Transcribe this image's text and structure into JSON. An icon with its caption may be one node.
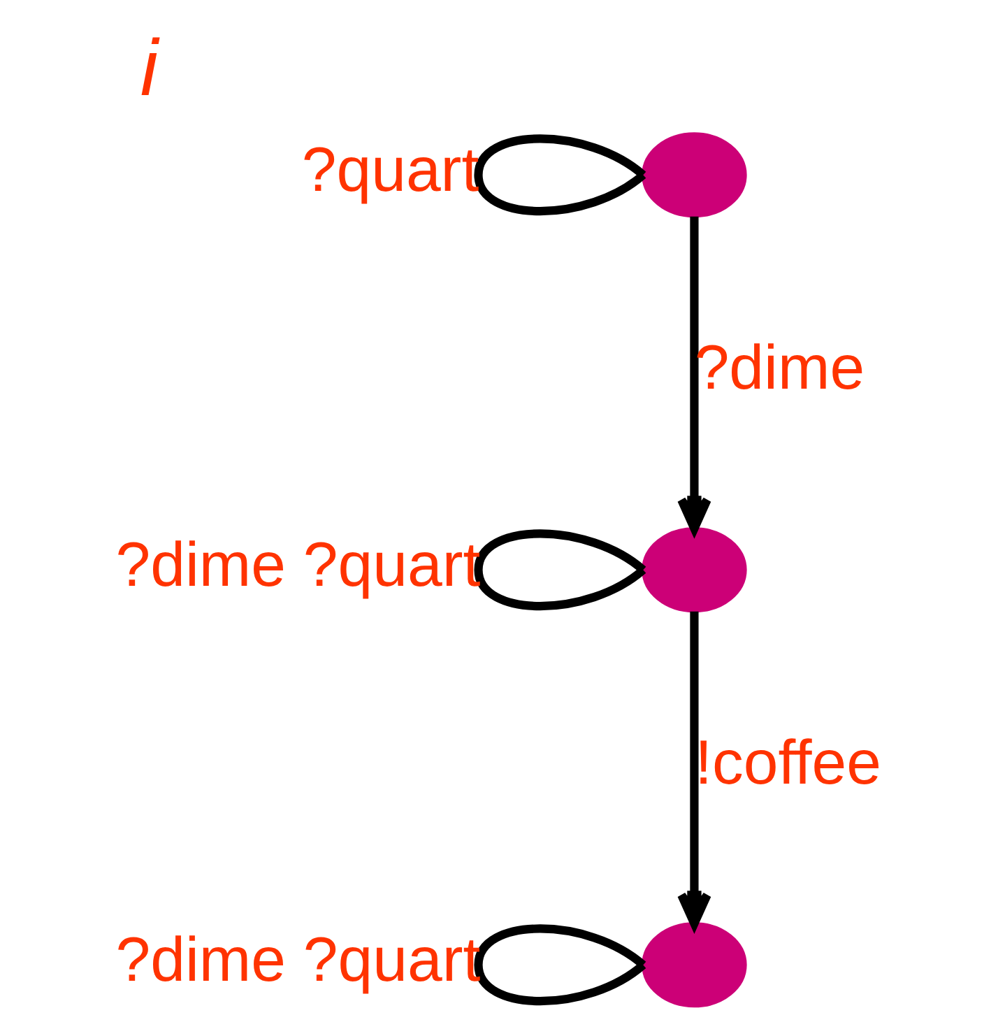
{
  "diagram": {
    "title": "i",
    "nodes": [
      {
        "text": [],
        "shape": "circle"
      },
      {
        "text": [],
        "shape": "circle"
      },
      {
        "text": [],
        "shape": "circle"
      }
    ],
    "edges": [
      {
        "from": 0,
        "to": 0,
        "arrow": "none",
        "label": "?quart"
      },
      {
        "from": 0,
        "to": 1,
        "arrow": "to",
        "label": "?dime"
      },
      {
        "from": 1,
        "to": 1,
        "arrow": "none",
        "label": "?dime ?quart"
      },
      {
        "from": 1,
        "to": 2,
        "arrow": "to",
        "label": "!coffee"
      },
      {
        "from": 2,
        "to": 2,
        "arrow": "none",
        "label": "?dime ?quart"
      }
    ]
  }
}
